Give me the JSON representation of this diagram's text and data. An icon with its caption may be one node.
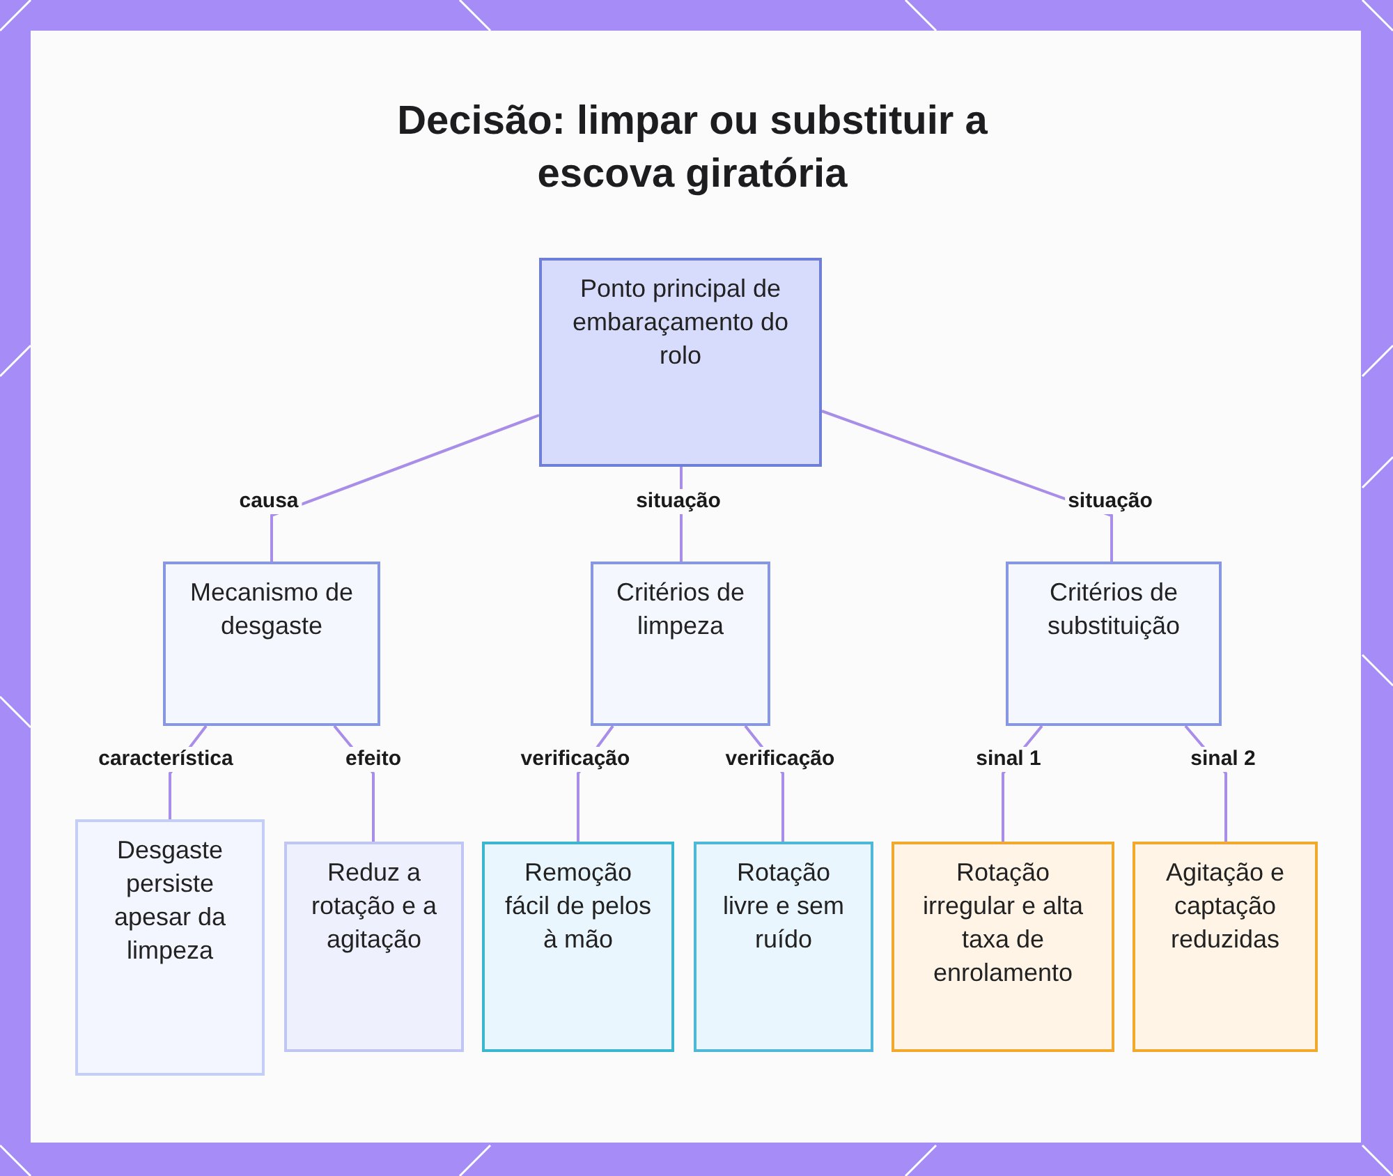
{
  "diagram": {
    "title": "Decisão: limpar ou substituir a escova giratória",
    "nodes": [
      {
        "text": [
          "Ponto principal de embaraçamento do rolo"
        ]
      },
      {
        "text": [
          "Mecanismo de desgaste"
        ]
      },
      {
        "text": [
          "Critérios de limpeza"
        ]
      },
      {
        "text": [
          "Critérios de substituição"
        ]
      },
      {
        "text": [
          "Desgaste persiste apesar da limpeza"
        ]
      },
      {
        "text": [
          "Reduz a rotação e a agitação"
        ]
      },
      {
        "text": [
          "Remoção fácil de pelos à mão"
        ]
      },
      {
        "text": [
          "Rotação livre e sem ruído"
        ]
      },
      {
        "text": [
          "Rotação irregular e alta taxa de enrolamento"
        ]
      },
      {
        "text": [
          "Agitação e captação reduzidas"
        ]
      }
    ],
    "edges": [
      {
        "from": 0,
        "to": 1,
        "arrow": "none",
        "label": "causa"
      },
      {
        "from": 0,
        "to": 2,
        "arrow": "none",
        "label": "situação"
      },
      {
        "from": 0,
        "to": 3,
        "arrow": "none",
        "label": "situação"
      },
      {
        "from": 1,
        "to": 4,
        "arrow": "none",
        "label": "característica"
      },
      {
        "from": 1,
        "to": 5,
        "arrow": "none",
        "label": "efeito"
      },
      {
        "from": 2,
        "to": 6,
        "arrow": "none",
        "label": "verificação"
      },
      {
        "from": 2,
        "to": 7,
        "arrow": "none",
        "label": "verificação"
      },
      {
        "from": 3,
        "to": 8,
        "arrow": "none",
        "label": "sinal 1"
      },
      {
        "from": 3,
        "to": 9,
        "arrow": "none",
        "label": "sinal 2"
      }
    ]
  }
}
